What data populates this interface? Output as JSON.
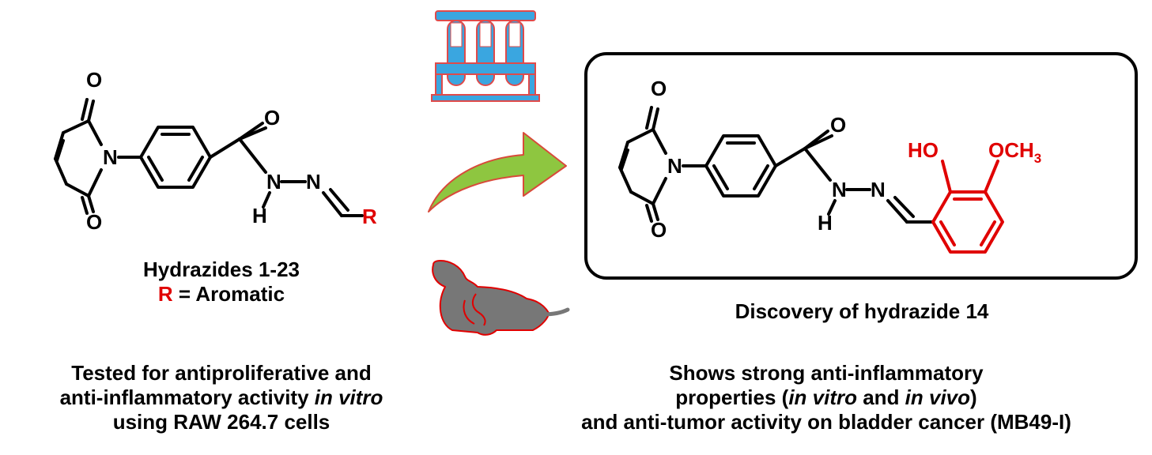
{
  "colors": {
    "highlight": "#e00000",
    "tube_blue": "#3aa6e0",
    "arrow_green": "#8ec640",
    "mouse_gray": "#777777"
  },
  "icons": [
    "test-tubes-icon",
    "curved-arrow-icon",
    "mouse-icon"
  ],
  "left_molecule": {
    "atoms": {
      "o_top": "O",
      "o_bottom": "O",
      "n_ring": "N",
      "o_carbonyl": "O",
      "n_amide": "N",
      "h_amide": "H",
      "n_imine": "N",
      "r_group": "R"
    }
  },
  "right_molecule": {
    "atoms": {
      "o_top": "O",
      "o_bottom": "O",
      "n_ring": "N",
      "o_carbonyl": "O",
      "n_amide": "N",
      "h_amide": "H",
      "n_imine": "N",
      "ho": "HO",
      "och": "OCH",
      "och_sub": "3"
    }
  },
  "left_caption": {
    "line1": "Hydrazides 1-23",
    "r_letter": "R",
    "r_rest": " = Aromatic"
  },
  "left_bottom": {
    "line1": "Tested for antiproliferative and",
    "line2_a": "anti-inflammatory activity ",
    "line2_italic": "in vitro",
    "line3": "using RAW 264.7 cells"
  },
  "right_caption": "Discovery of hydrazide 14",
  "right_bottom": {
    "line1": "Shows strong anti-inflammatory",
    "line2_a": "properties (",
    "line2_i1": "in vitro",
    "line2_b": " and ",
    "line2_i2": "in vivo",
    "line2_c": ")",
    "line3": "and anti-tumor activity on bladder cancer (MB49-I)"
  }
}
